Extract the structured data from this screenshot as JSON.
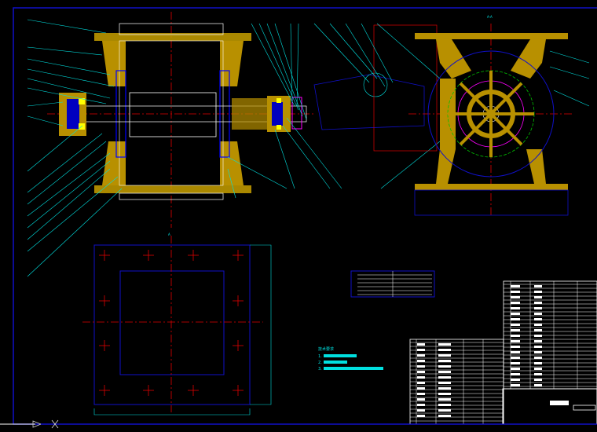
{
  "drawing": {
    "section_label": "A-A",
    "view_label_bottom": "A",
    "tech_requirements": {
      "title": "技术要求",
      "items": [
        "1.",
        "2.",
        "3."
      ]
    },
    "colors": {
      "background": "#000000",
      "border": "#1010c8",
      "center_line": "#e00000",
      "leader": "#00e0e0",
      "hatch": "#c8a000",
      "outline": "#ffffff",
      "green": "#00c000"
    }
  }
}
